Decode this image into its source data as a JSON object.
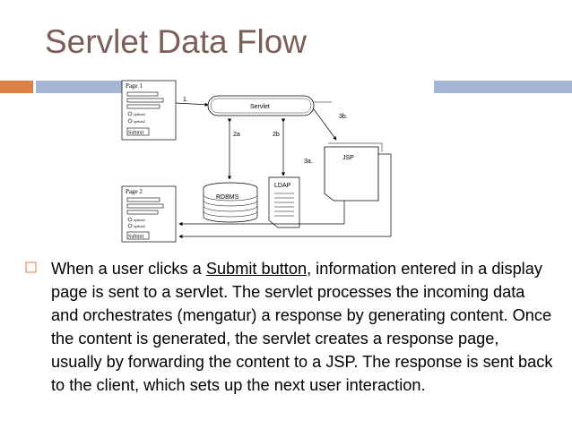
{
  "slide": {
    "title": "Servlet Data Flow"
  },
  "diagram": {
    "page1_label": "Page 1",
    "page2_label": "Page 2",
    "option1_label": "option1",
    "option2_label": "option2",
    "submit_label": "Submit",
    "servlet_label": "Servlet",
    "jsp_label": "JSP",
    "rdbms_label": "RDBMS",
    "ldap_label": "LDAP",
    "step_1": "1.",
    "step_2a": "2a",
    "step_2b": "2b",
    "step_3a": "3a.",
    "step_3b": "3b."
  },
  "content": {
    "text_before_link": "When a user clicks a ",
    "link_text": "Submit button",
    "text_after_link": ", information entered in a display page is sent to a servlet. The servlet processes the incoming data and orchestrates (mengatur) a response by generating content. Once the content is generated, the servlet creates a response page, usually by forwarding the content to a JSP. The response is sent back to the client, which sets up the next user interaction."
  },
  "colors": {
    "title": "#7b5e57",
    "accent_orange": "#dd8047",
    "accent_blue": "#a5b5d5"
  }
}
